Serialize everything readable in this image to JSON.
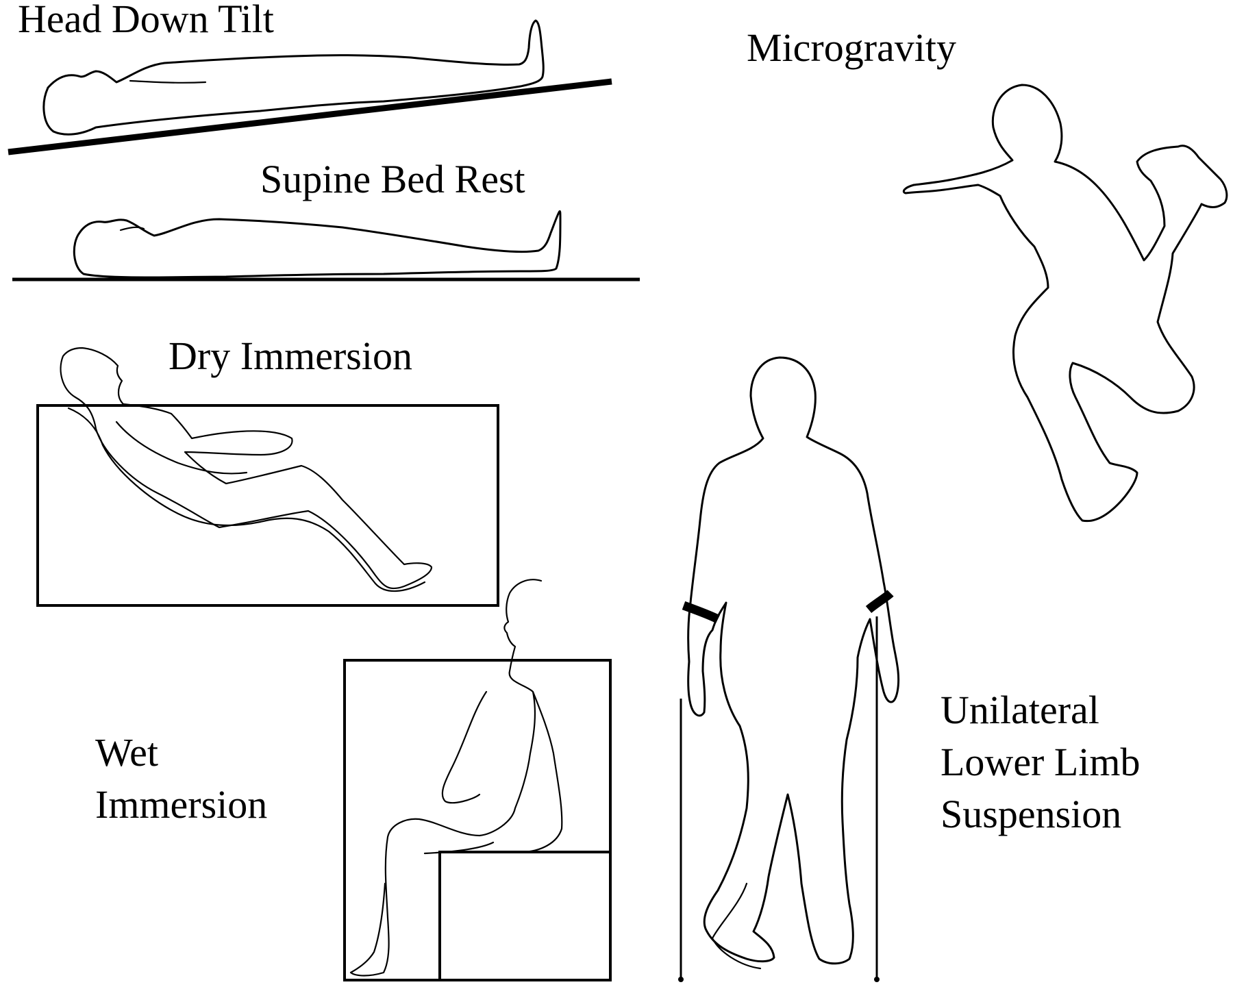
{
  "figure": {
    "labels": {
      "head_down_tilt": "Head Down Tilt",
      "supine_bed_rest": "Supine Bed Rest",
      "dry_immersion": "Dry Immersion",
      "wet_immersion": [
        "Wet",
        "Immersion"
      ],
      "microgravity": "Microgravity",
      "unilateral_lower_limb_suspension": [
        "Unilateral",
        "Lower Limb",
        "Suspension"
      ]
    },
    "colors": {
      "ink": "#000000",
      "background": "#ffffff"
    }
  }
}
